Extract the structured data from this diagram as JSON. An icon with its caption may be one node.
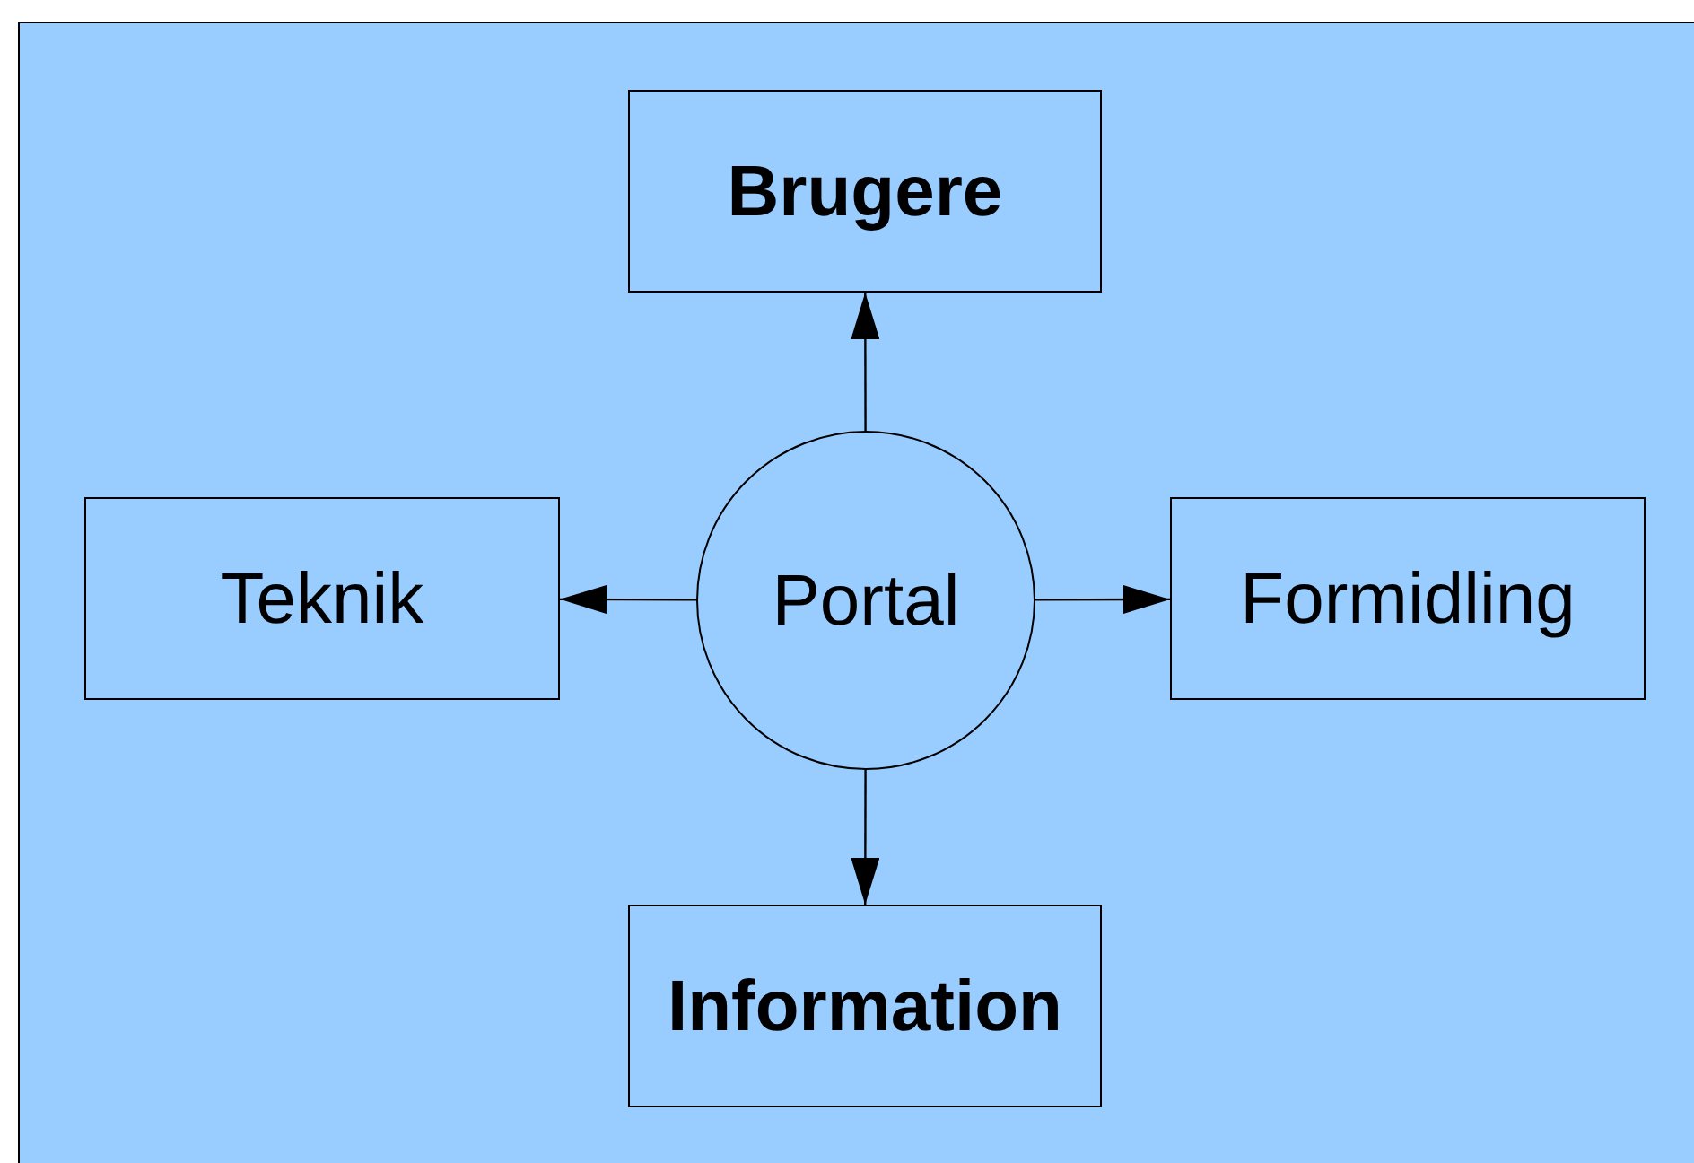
{
  "diagram": {
    "nodes": [
      {
        "text": [
          "Brugere"
        ]
      },
      {
        "text": [
          "Teknik"
        ]
      },
      {
        "text": [
          "Portal"
        ]
      },
      {
        "text": [
          "Formidling"
        ]
      },
      {
        "text": [
          "Information"
        ]
      }
    ],
    "edges": [
      {
        "from": 2,
        "to": 0,
        "arrow": "to"
      },
      {
        "from": 2,
        "to": 1,
        "arrow": "to"
      },
      {
        "from": 2,
        "to": 3,
        "arrow": "to"
      },
      {
        "from": 2,
        "to": 4,
        "arrow": "to"
      }
    ]
  }
}
